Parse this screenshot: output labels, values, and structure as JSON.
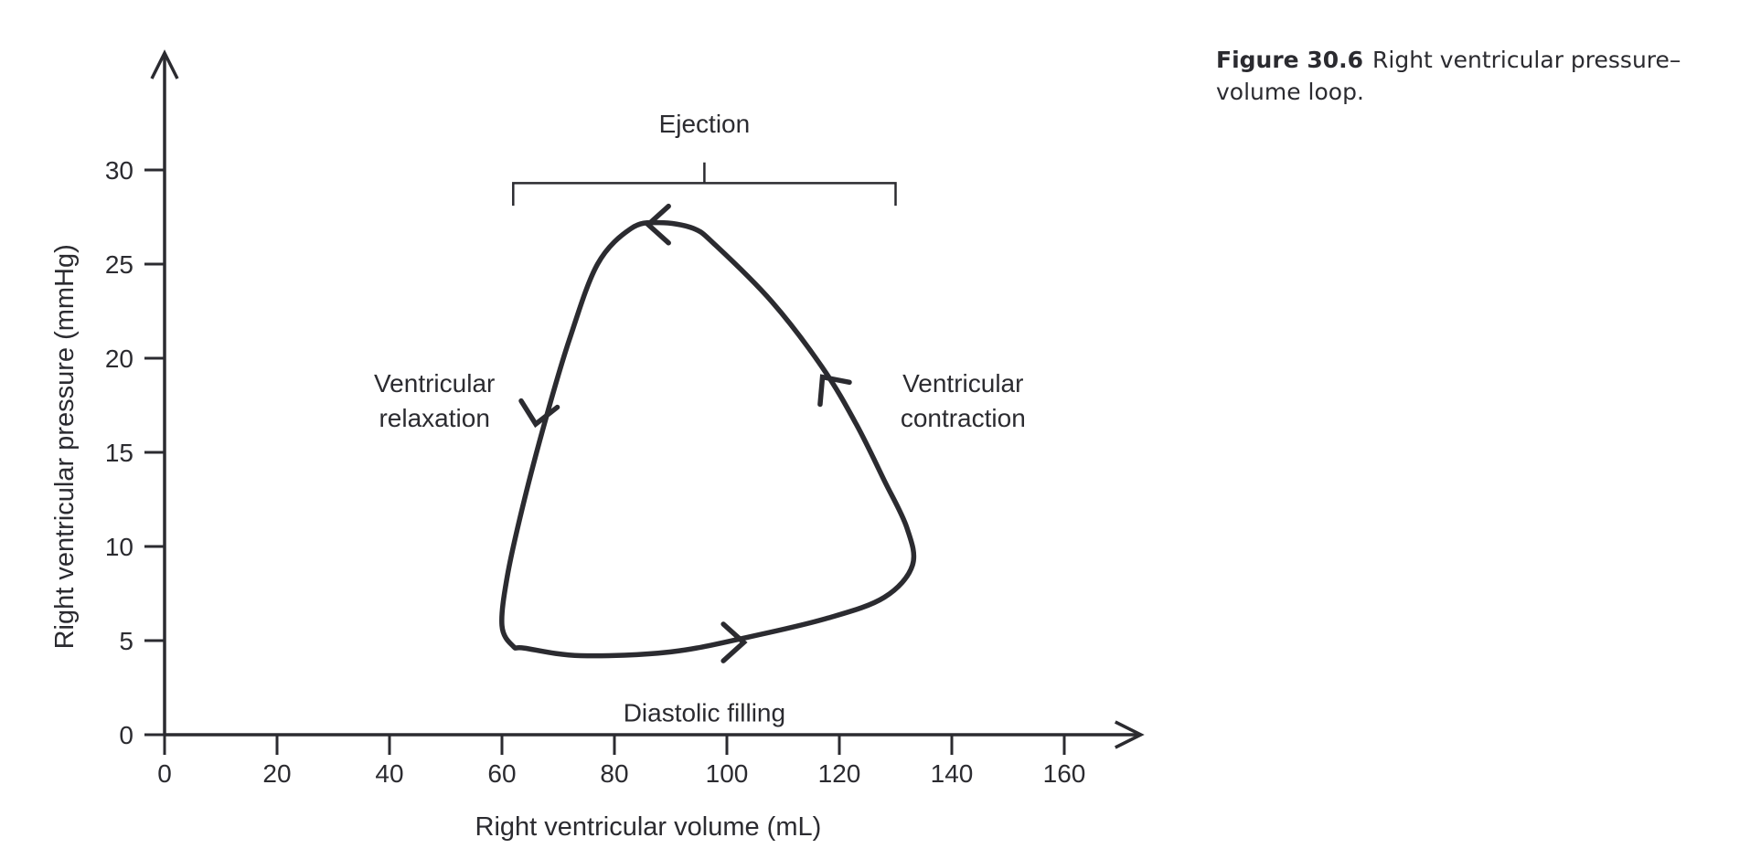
{
  "caption": {
    "figure_number": "Figure 30.6",
    "text": "Right ventricular pressure–volume loop."
  },
  "chart_data": {
    "type": "line",
    "title": "",
    "xlabel": "Right ventricular volume (mL)",
    "ylabel": "Right ventricular pressure (mmHg)",
    "xlim": [
      0,
      172
    ],
    "ylim": [
      0,
      37
    ],
    "x_ticks": [
      0,
      20,
      40,
      60,
      80,
      100,
      120,
      140,
      160
    ],
    "y_ticks": [
      0,
      5,
      10,
      15,
      20,
      25,
      30
    ],
    "x_tick_labels": [
      "0",
      "20",
      "40",
      "60",
      "80",
      "100",
      "120",
      "140",
      "160"
    ],
    "y_tick_labels": [
      "0",
      "5",
      "10",
      "15",
      "20",
      "25",
      "30"
    ],
    "grid": false,
    "line_color": "#2b2b30",
    "series": [
      {
        "points": [
          [
            64,
            4.6
          ],
          [
            74,
            4.2
          ],
          [
            90,
            4.4
          ],
          [
            104,
            5.2
          ],
          [
            118,
            6.2
          ],
          [
            128,
            7.3
          ],
          [
            133,
            9.0
          ],
          [
            132,
            11.0
          ],
          [
            128,
            13.5
          ],
          [
            123,
            16.5
          ],
          [
            117,
            19.5
          ],
          [
            108,
            23.0
          ],
          [
            98,
            26.0
          ],
          [
            94,
            26.9
          ],
          [
            88,
            27.2
          ],
          [
            83,
            26.9
          ],
          [
            77,
            25.0
          ],
          [
            72,
            21.0
          ],
          [
            68,
            17.0
          ],
          [
            64,
            12.5
          ],
          [
            61,
            8.5
          ],
          [
            60,
            5.8
          ],
          [
            62,
            4.7
          ],
          [
            64,
            4.6
          ]
        ],
        "arrows": [
          {
            "x": 103,
            "y": 4.9,
            "direction": "right"
          },
          {
            "x": 117,
            "y": 19.0,
            "direction": "up-left"
          },
          {
            "x": 86,
            "y": 27.1,
            "direction": "left"
          },
          {
            "x": 66,
            "y": 16.5,
            "direction": "down"
          }
        ]
      }
    ],
    "annotations": [
      {
        "text": "Ejection",
        "x": 96,
        "y": 32.0
      },
      {
        "text": "Ventricular relaxation",
        "lines": [
          "Ventricular",
          "relaxation"
        ],
        "x": 48,
        "y": 18.2,
        "align": "center"
      },
      {
        "text": "Ventricular contraction",
        "lines": [
          "Ventricular",
          "contraction"
        ],
        "x": 142,
        "y": 18.2,
        "align": "center"
      },
      {
        "text": "Diastolic filling",
        "x": 96,
        "y": 0.7
      }
    ],
    "ejection_bracket": {
      "x_start": 62,
      "x_end": 130,
      "y": 29.3,
      "tick_to": 28.1,
      "center_tick_to": 30.4
    }
  }
}
